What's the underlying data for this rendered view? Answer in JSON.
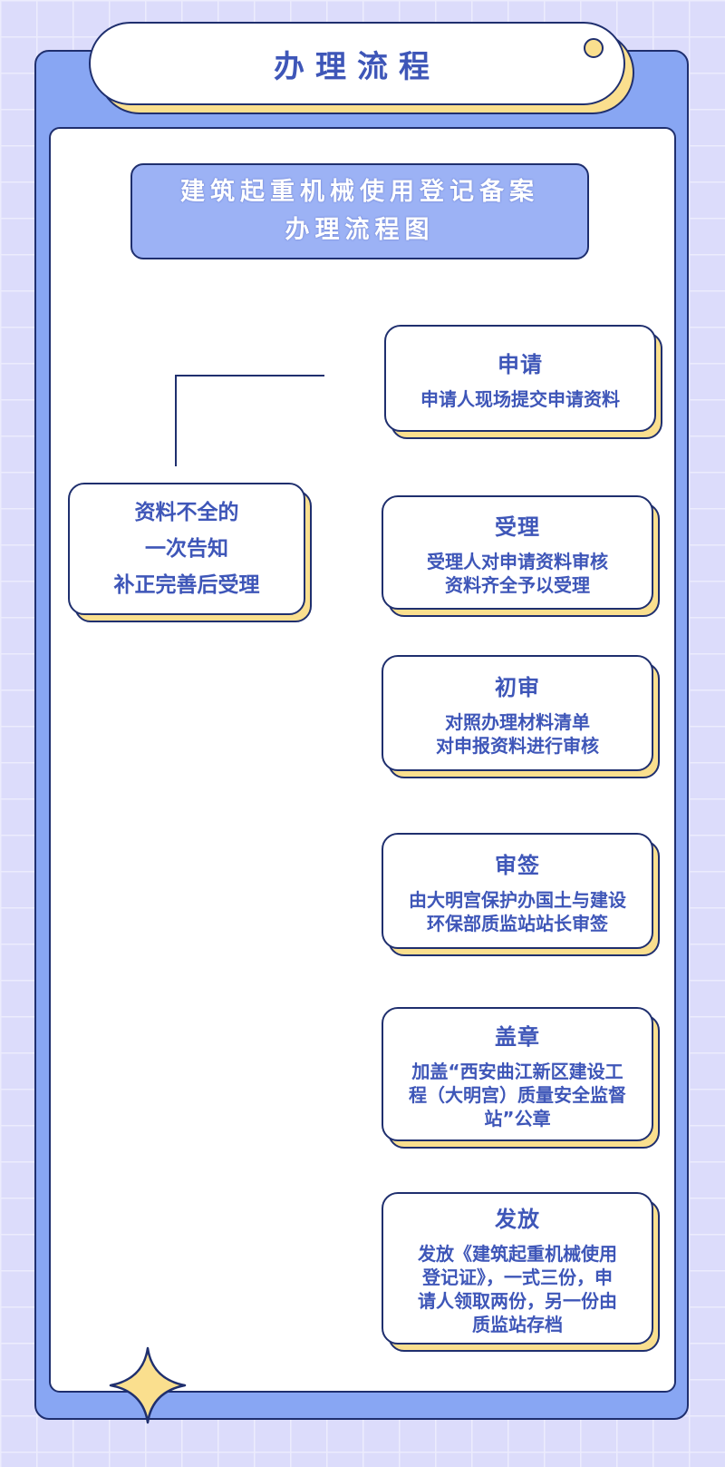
{
  "header": {
    "title": "办理流程"
  },
  "banner": {
    "line1": "建筑起重机械使用登记备案",
    "line2": "办理流程图"
  },
  "side_note": {
    "line1": "资料不全的",
    "line2": "一次告知",
    "line3": "补正完善后受理"
  },
  "steps": [
    {
      "title": "申请",
      "body": "申请人现场提交申请资料"
    },
    {
      "title": "受理",
      "body": "受理人对申请资料审核\n资料齐全予以受理"
    },
    {
      "title": "初审",
      "body": "对照办理材料清单\n对申报资料进行审核"
    },
    {
      "title": "审签",
      "body": "由大明宫保护办国土与建设\n环保部质监站站长审签"
    },
    {
      "title": "盖章",
      "body": "加盖“西安曲江新区建设工\n程（大明宫）质量安全监督\n站”公章"
    },
    {
      "title": "发放",
      "body": "发放《建筑起重机械使用\n登记证》，一式三份，申\n请人领取两份，另一份由\n质监站存档"
    }
  ],
  "colors": {
    "background": "#dcdcfb",
    "frame": "#88a6f3",
    "accent_yellow": "#fadf8e",
    "text_blue": "#3e56b8",
    "outline": "#1f2f6e"
  }
}
